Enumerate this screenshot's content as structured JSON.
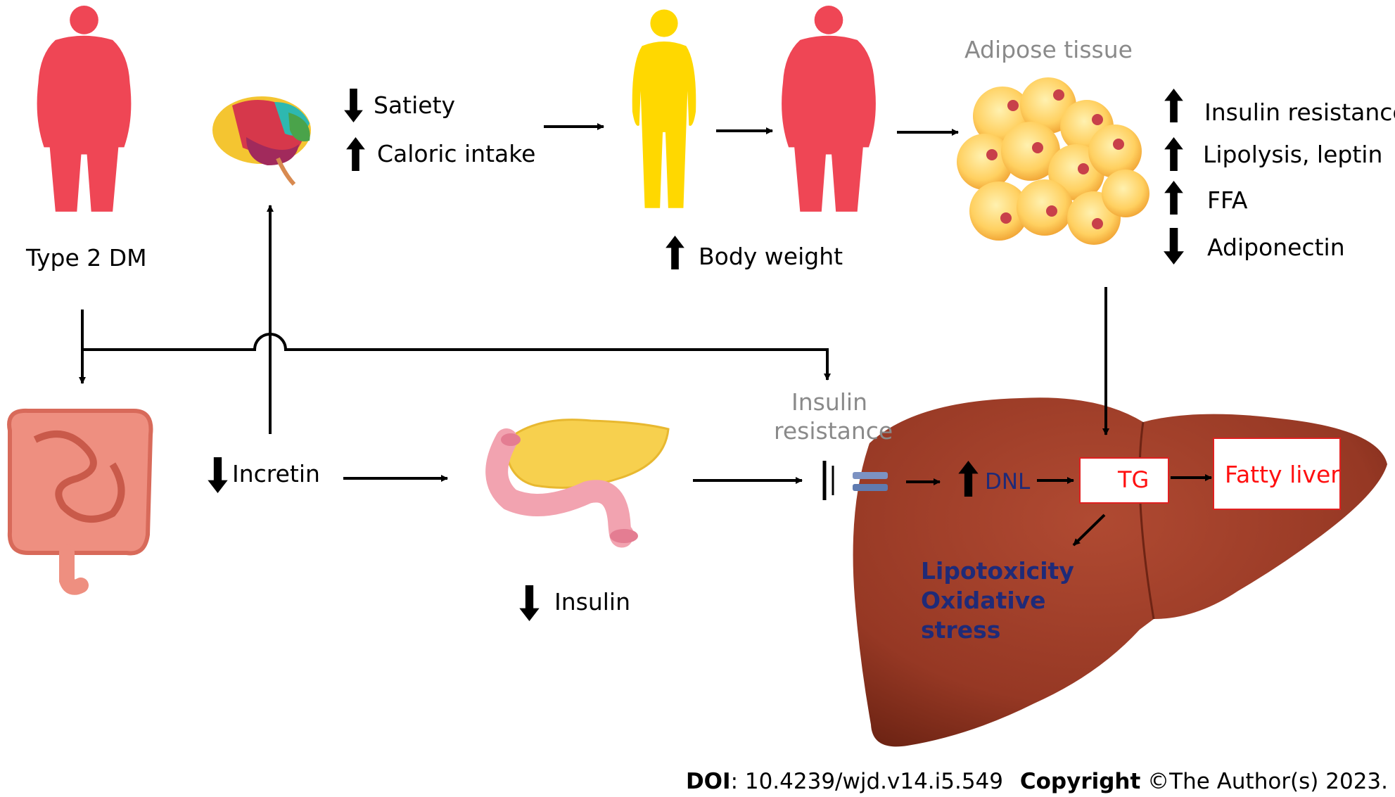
{
  "labels": {
    "type2dm": "Type 2 DM",
    "satiety": "Satiety",
    "caloric_intake": "Caloric intake",
    "body_weight": "Body weight",
    "adipose_tissue": "Adipose tissue",
    "insulin_resistance_top": "Insulin resistance",
    "lipolysis_leptin": "Lipolysis, leptin",
    "ffa": "FFA",
    "adiponectin": "Adiponectin",
    "incretin": "Incretin",
    "insulin": "Insulin",
    "insulin_resistance_mid_line1": "Insulin",
    "insulin_resistance_mid_line2": "resistance",
    "dnl": "DNL",
    "tg": "TG",
    "fatty_liver": "Fatty liver",
    "lipotoxicity": "Lipotoxicity",
    "oxidative": "Oxidative",
    "stress": "stress"
  },
  "footer": {
    "doi_label": "DOI",
    "doi_value": ": 10.4239/wjd.v14.i5.549",
    "copyright_label": "Copyright",
    "copyright_value": " ©The Author(s) 2023."
  },
  "colors": {
    "body_obese": "#ef4655",
    "body_normal": "#ffd800",
    "liver": "#9c3a26",
    "liver_dark": "#7a2a1a",
    "highlight_red": "#ff1010",
    "navy_text": "#1f2a78"
  }
}
